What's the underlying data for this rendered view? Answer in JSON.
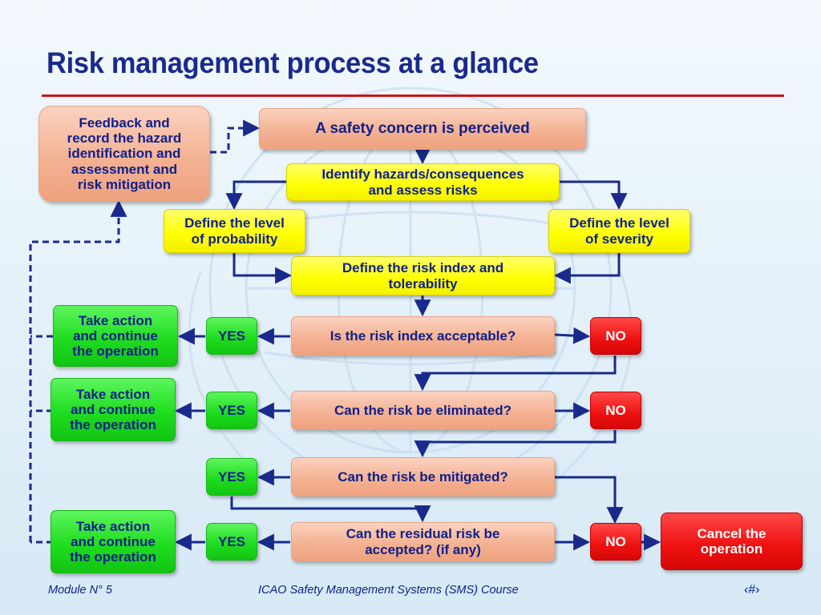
{
  "slide": {
    "title": "Risk management process at a glance",
    "footer": {
      "left": "Module N° 5",
      "center": "ICAO Safety Management Systems (SMS) Course",
      "right": "‹#›"
    }
  },
  "colors": {
    "title": "#1a2a8c",
    "rule": "#c8141c",
    "connector": "#1a2a8c",
    "salmon": "#f4b293",
    "yellow": "#ffff00",
    "green": "#1fdd1f",
    "red": "#ee1010"
  },
  "nodes": {
    "feedback": "Feedback and\nrecord the hazard\nidentification and\nassessment and\nrisk mitigation",
    "concern": "A safety concern is perceived",
    "identify": "Identify hazards/consequences\nand assess risks",
    "probability": "Define the level\nof probability",
    "severity": "Define the level\nof severity",
    "risk_index": "Define the risk index and\ntolerability",
    "q_acceptable": "Is the risk index acceptable?",
    "q_eliminated": "Can the risk be eliminated?",
    "q_mitigated": "Can the risk be mitigated?",
    "q_residual": "Can the residual risk be\naccepted? (if any)",
    "action_1": "Take action\nand continue\nthe operation",
    "action_2": "Take action\nand continue\nthe operation",
    "action_3": "Take action\nand continue\nthe operation",
    "yes_1": "YES",
    "yes_2": "YES",
    "yes_3": "YES",
    "yes_4": "YES",
    "no_1": "NO",
    "no_2": "NO",
    "no_3": "NO",
    "cancel": "Cancel  the\noperation"
  }
}
